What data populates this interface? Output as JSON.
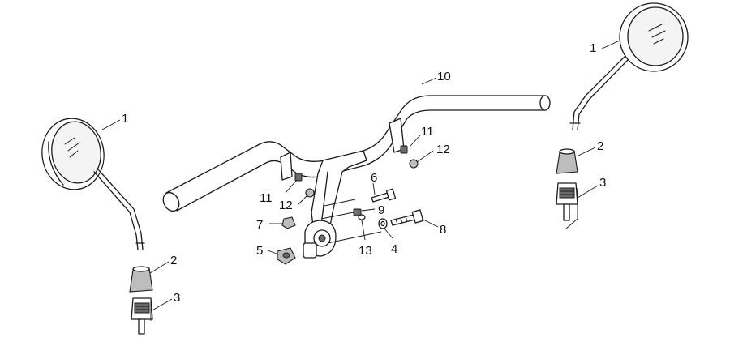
{
  "callouts": [
    {
      "id": "c-1-left",
      "text": "1"
    },
    {
      "id": "c-2-left",
      "text": "2"
    },
    {
      "id": "c-3-left",
      "text": "3"
    },
    {
      "id": "c-1-right",
      "text": "1"
    },
    {
      "id": "c-2-right",
      "text": "2"
    },
    {
      "id": "c-3-right",
      "text": "3"
    },
    {
      "id": "c-10",
      "text": "10"
    },
    {
      "id": "c-11-right",
      "text": "11"
    },
    {
      "id": "c-12-right",
      "text": "12"
    },
    {
      "id": "c-11-left",
      "text": "11"
    },
    {
      "id": "c-12-left",
      "text": "12"
    },
    {
      "id": "c-6",
      "text": "6"
    },
    {
      "id": "c-9",
      "text": "9"
    },
    {
      "id": "c-7",
      "text": "7"
    },
    {
      "id": "c-8",
      "text": "8"
    },
    {
      "id": "c-5",
      "text": "5"
    },
    {
      "id": "c-13",
      "text": "13"
    },
    {
      "id": "c-4",
      "text": "4"
    }
  ]
}
